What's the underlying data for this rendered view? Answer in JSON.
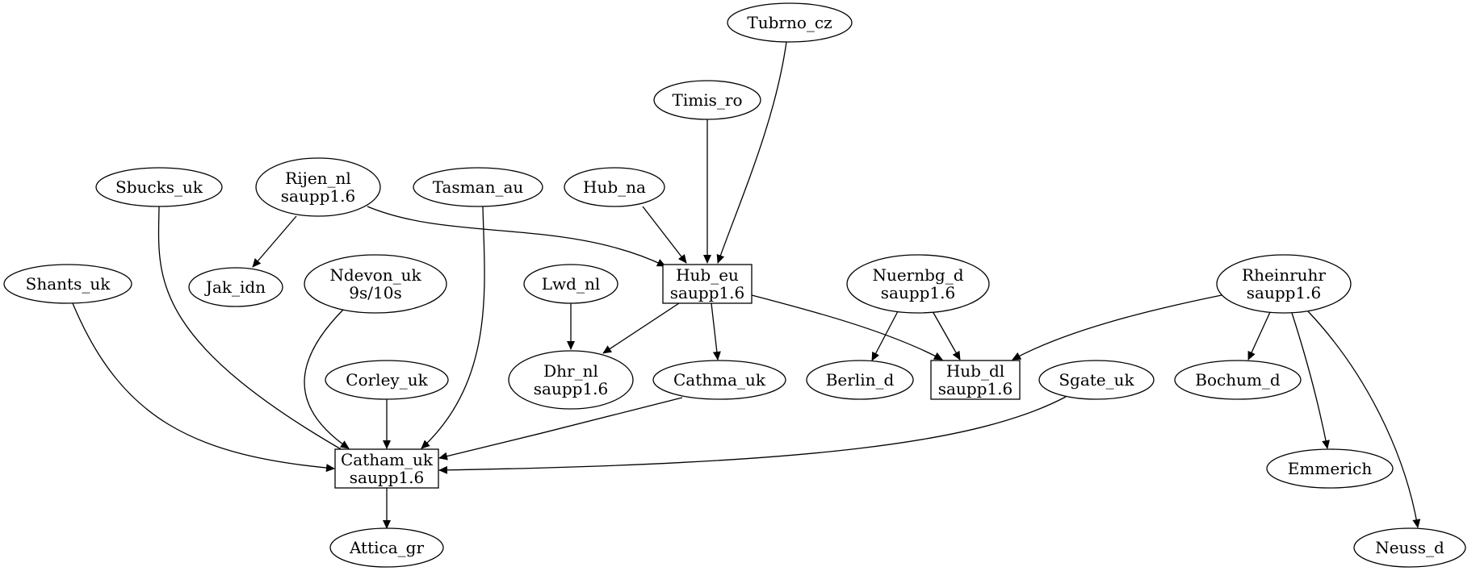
{
  "diagram": {
    "nodes": [
      {
        "id": "tubrno",
        "label": [
          "Tubrno_cz"
        ],
        "shape": "ellipse"
      },
      {
        "id": "timis",
        "label": [
          "Timis_ro"
        ],
        "shape": "ellipse"
      },
      {
        "id": "sbucks",
        "label": [
          "Sbucks_uk"
        ],
        "shape": "ellipse"
      },
      {
        "id": "rijen",
        "label": [
          "Rijen_nl",
          "saupp1.6"
        ],
        "shape": "ellipse"
      },
      {
        "id": "tasman",
        "label": [
          "Tasman_au"
        ],
        "shape": "ellipse"
      },
      {
        "id": "hubna",
        "label": [
          "Hub_na"
        ],
        "shape": "ellipse"
      },
      {
        "id": "shants",
        "label": [
          "Shants_uk"
        ],
        "shape": "ellipse"
      },
      {
        "id": "jak",
        "label": [
          "Jak_idn"
        ],
        "shape": "ellipse"
      },
      {
        "id": "ndevon",
        "label": [
          "Ndevon_uk",
          "9s/10s"
        ],
        "shape": "ellipse"
      },
      {
        "id": "lwd",
        "label": [
          "Lwd_nl"
        ],
        "shape": "ellipse"
      },
      {
        "id": "hubeu",
        "label": [
          "Hub_eu",
          "saupp1.6"
        ],
        "shape": "box"
      },
      {
        "id": "nuernbg",
        "label": [
          "Nuernbg_d",
          "saupp1.6"
        ],
        "shape": "ellipse"
      },
      {
        "id": "rheinruhr",
        "label": [
          "Rheinruhr",
          "saupp1.6"
        ],
        "shape": "ellipse"
      },
      {
        "id": "corley",
        "label": [
          "Corley_uk"
        ],
        "shape": "ellipse"
      },
      {
        "id": "dhr",
        "label": [
          "Dhr_nl",
          "saupp1.6"
        ],
        "shape": "ellipse"
      },
      {
        "id": "cathma",
        "label": [
          "Cathma_uk"
        ],
        "shape": "ellipse"
      },
      {
        "id": "berlin",
        "label": [
          "Berlin_d"
        ],
        "shape": "ellipse"
      },
      {
        "id": "hubdl",
        "label": [
          "Hub_dl",
          "saupp1.6"
        ],
        "shape": "box"
      },
      {
        "id": "sgate",
        "label": [
          "Sgate_uk"
        ],
        "shape": "ellipse"
      },
      {
        "id": "bochum",
        "label": [
          "Bochum_d"
        ],
        "shape": "ellipse"
      },
      {
        "id": "catham",
        "label": [
          "Catham_uk",
          "saupp1.6"
        ],
        "shape": "box"
      },
      {
        "id": "emmerich",
        "label": [
          "Emmerich"
        ],
        "shape": "ellipse"
      },
      {
        "id": "attica",
        "label": [
          "Attica_gr"
        ],
        "shape": "ellipse"
      },
      {
        "id": "neuss",
        "label": [
          "Neuss_d"
        ],
        "shape": "ellipse"
      }
    ],
    "edges": [
      {
        "from": "tubrno",
        "to": "hubeu"
      },
      {
        "from": "timis",
        "to": "hubeu"
      },
      {
        "from": "hubna",
        "to": "hubeu"
      },
      {
        "from": "rijen",
        "to": "hubeu"
      },
      {
        "from": "rijen",
        "to": "jak"
      },
      {
        "from": "sbucks",
        "to": "catham"
      },
      {
        "from": "tasman",
        "to": "catham"
      },
      {
        "from": "shants",
        "to": "catham"
      },
      {
        "from": "ndevon",
        "to": "catham"
      },
      {
        "from": "corley",
        "to": "catham"
      },
      {
        "from": "cathma",
        "to": "catham"
      },
      {
        "from": "sgate",
        "to": "catham"
      },
      {
        "from": "lwd",
        "to": "dhr"
      },
      {
        "from": "hubeu",
        "to": "dhr"
      },
      {
        "from": "hubeu",
        "to": "cathma"
      },
      {
        "from": "hubeu",
        "to": "hubdl"
      },
      {
        "from": "nuernbg",
        "to": "berlin"
      },
      {
        "from": "nuernbg",
        "to": "hubdl"
      },
      {
        "from": "rheinruhr",
        "to": "hubdl"
      },
      {
        "from": "rheinruhr",
        "to": "bochum"
      },
      {
        "from": "rheinruhr",
        "to": "emmerich"
      },
      {
        "from": "rheinruhr",
        "to": "neuss"
      },
      {
        "from": "catham",
        "to": "attica"
      }
    ]
  }
}
